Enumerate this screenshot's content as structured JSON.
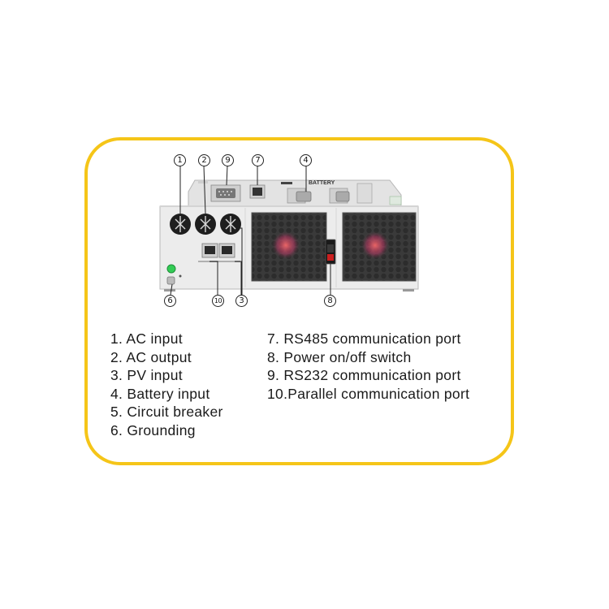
{
  "callouts": {
    "c1": "1",
    "c2": "2",
    "c9": "9",
    "c7": "7",
    "c4": "4",
    "c6": "6",
    "c10": "10",
    "c3": "3",
    "c8": "8"
  },
  "device_labels": {
    "battery": "BATTERY"
  },
  "legend_left": [
    "1. AC input",
    "2. AC output",
    "3. PV input",
    "4. Battery input",
    "5. Circuit breaker",
    "6. Grounding"
  ],
  "legend_right": [
    "7. RS485 communication port",
    "8. Power on/off switch",
    "9. RS232 communication port",
    "10.Parallel communication port"
  ],
  "colors": {
    "frame": "#f5c518",
    "device_body": "#ececec",
    "fan_grille": "#3a3a3a",
    "ground_led": "#33cc55"
  }
}
